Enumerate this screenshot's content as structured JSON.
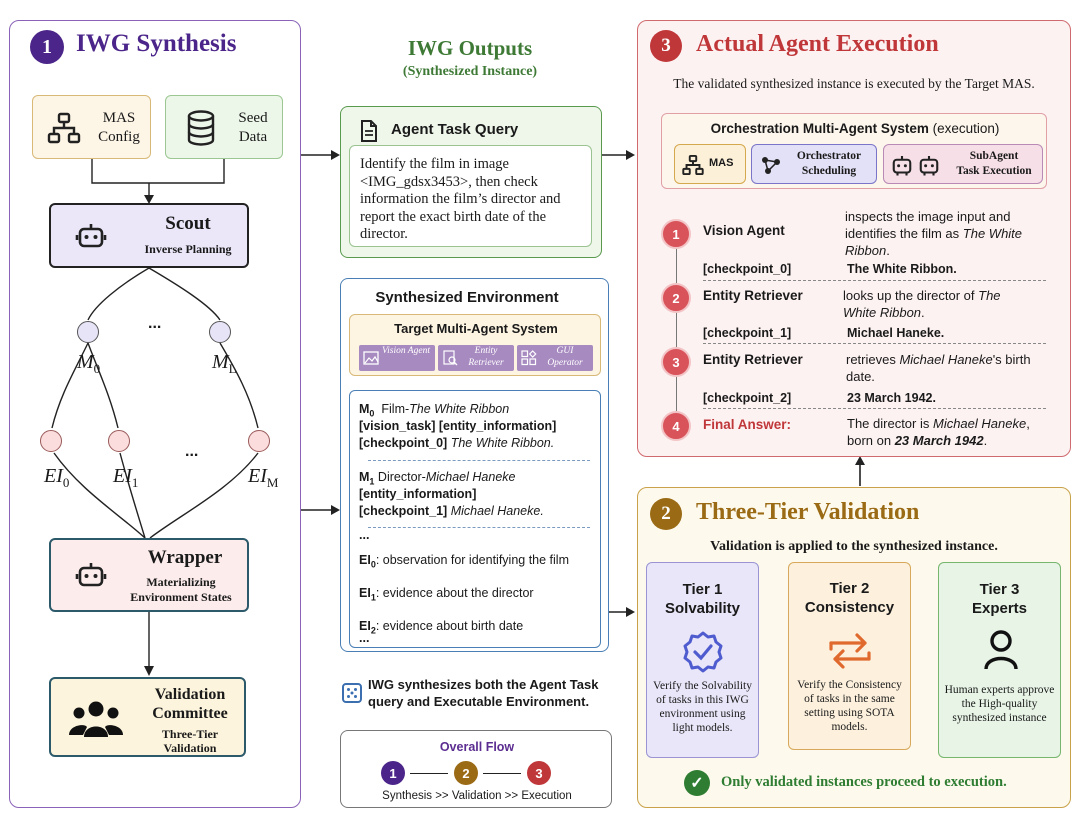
{
  "left": {
    "number": "1",
    "title": "IWG Synthesis",
    "mas_config": "MAS Config",
    "seed_data": "Seed Data",
    "scout_title": "Scout",
    "scout_sub": "Inverse Planning",
    "dots": "...",
    "m0_base": "M",
    "m0_sub": "0",
    "ml_base": "M",
    "ml_sub": "L",
    "ei0_base": "EI",
    "ei0_sub": "0",
    "ei1_base": "EI",
    "ei1_sub": "1",
    "eim_base": "EI",
    "eim_sub": "M",
    "wrapper_title": "Wrapper",
    "wrapper_sub1": "Materializing",
    "wrapper_sub2": "Environment States",
    "vc_title1": "Validation",
    "vc_title2": "Committee",
    "vc_sub1": "Three-Tier",
    "vc_sub2": "Validation"
  },
  "middle": {
    "title": "IWG Outputs",
    "subtitle": "(Synthesized Instance)",
    "query_title": "Agent Task Query",
    "query_text": "Identify the film in image <IMG_gdsx3453>, then check information the film’s director and report the exact birth date of the director.",
    "env_title": "Synthesized Environment",
    "target_title": "Target Multi-Agent System",
    "agents": [
      "Vision Agent",
      "Entity Retriever",
      "GUI Operator"
    ],
    "m0_label": "M",
    "m0_sub": "0",
    "m0_film": "Film-",
    "m0_film_val": "The White Ribbon",
    "m0_tags": "[vision_task] [entity_information]",
    "m0_cp": "[checkpoint_0]",
    "m0_cp_val": "The White Ribbon.",
    "m1_label": "M",
    "m1_sub": "1",
    "m1_dir": "Director-",
    "m1_dir_val": "Michael Haneke",
    "m1_tags": "[entity_information]",
    "m1_cp": "[checkpoint_1]",
    "m1_cp_val": "Michael Haneke.",
    "ellipsis": "...",
    "ei0_label": "EI",
    "ei0_sub": "0",
    "ei0_text": ": observation for identifying the film",
    "ei1_label": "EI",
    "ei1_sub": "1",
    "ei1_text": ": evidence about the director",
    "ei2_label": "EI",
    "ei2_sub": "2",
    "ei2_text": ": evidence about birth date",
    "note": "IWG synthesizes both the Agent Task query and Executable Environment.",
    "flow_title": "Overall Flow",
    "flow_steps": [
      "1",
      "2",
      "3"
    ],
    "flow_caption": "Synthesis >> Validation >> Execution"
  },
  "execution": {
    "number": "3",
    "title": "Actual Agent Execution",
    "subtitle": "The validated synthesized instance is executed by the Target MAS.",
    "orch_title": "Orchestration Multi-Agent System",
    "orch_suffix": " (execution)",
    "mas_label": "MAS",
    "orch_label1": "Orchestrator",
    "orch_label2": "Scheduling",
    "sub_label1": "SubAgent",
    "sub_label2": "Task Execution",
    "steps": [
      {
        "n": "1",
        "agent": "Vision Agent",
        "desc_a": "inspects the image input and identifies the film as ",
        "desc_i": "The White Ribbon",
        "desc_b": ".",
        "cp": "[checkpoint_0]",
        "cp_val": "The White Ribbon."
      },
      {
        "n": "2",
        "agent": "Entity Retriever",
        "desc_a": "looks up the director of ",
        "desc_i": "The White Ribbon",
        "desc_b": ".",
        "cp": "[checkpoint_1]",
        "cp_val": "Michael Haneke."
      },
      {
        "n": "3",
        "agent": "Entity Retriever",
        "desc_a": "retrieves ",
        "desc_i": "Michael Haneke",
        "desc_b": "'s birth date.",
        "cp": "[checkpoint_2]",
        "cp_val": "23 March 1942."
      },
      {
        "n": "4",
        "agent": "Final Answer:",
        "desc_a": "The director is ",
        "desc_i": "Michael Haneke",
        "desc_b": ", born on ",
        "desc_bi": "23 March 1942",
        "desc_c": "."
      }
    ]
  },
  "validation": {
    "number": "2",
    "title": "Three-Tier Validation",
    "subtitle": "Validation is applied to the synthesized instance.",
    "tiers": [
      {
        "t1": "Tier 1",
        "t2": "Solvability",
        "desc": "Verify the Solvability of tasks in this IWG environment using light models."
      },
      {
        "t1": "Tier 2",
        "t2": "Consistency",
        "desc": "Verify the Consistency of tasks in the same setting using SOTA models."
      },
      {
        "t1": "Tier 3",
        "t2": "Experts",
        "desc": "Human experts approve the High-quality synthesized instance"
      }
    ],
    "footer": "Only validated instances proceed to execution."
  },
  "colors": {
    "purple": "#5b2d91",
    "green": "#3e7a36",
    "red": "#c0373a",
    "gold": "#9a6a14"
  }
}
